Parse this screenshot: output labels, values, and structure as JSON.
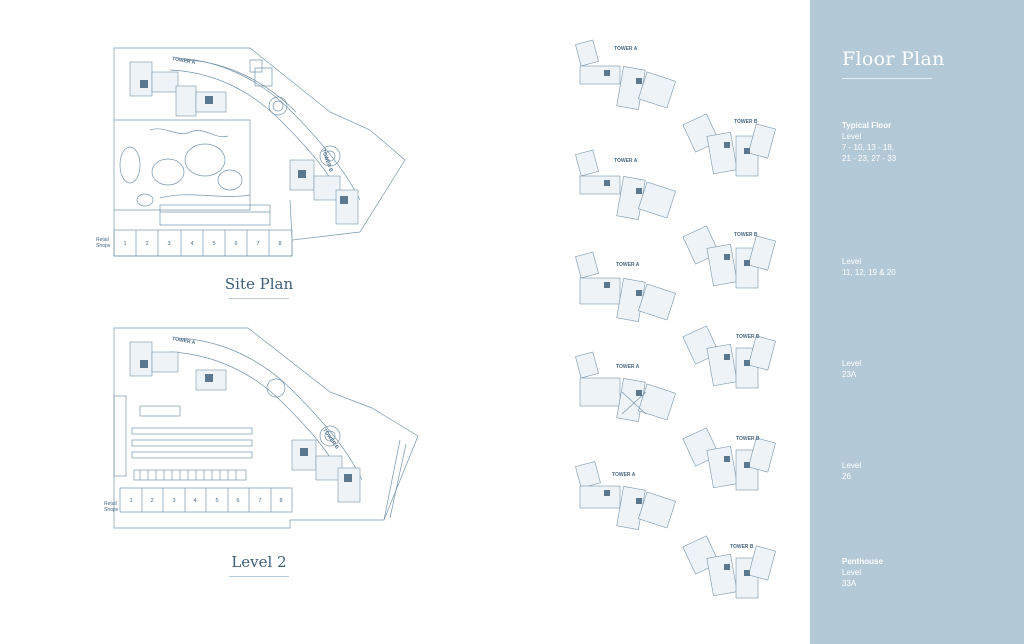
{
  "site_plan": {
    "caption": "Site Plan",
    "tower_a_label": "TOWER A",
    "tower_b_label": "TOWER B",
    "retail_label_1": "Retail",
    "retail_label_2": "Shops",
    "shops": [
      "1",
      "2",
      "3",
      "4",
      "5",
      "6",
      "7",
      "8"
    ]
  },
  "level_2": {
    "caption": "Level 2",
    "tower_a_label": "TOWER A",
    "tower_b_label": "TOWER B",
    "retail_label_1": "Retail",
    "retail_label_2": "Shops",
    "shops": [
      "1",
      "2",
      "3",
      "4",
      "5",
      "6",
      "7",
      "8"
    ]
  },
  "floor_plans": {
    "tower_a": "TOWER A",
    "tower_b": "TOWER B"
  },
  "sidebar": {
    "title": "Floor Plan",
    "sections": [
      {
        "heading": "Typical Floor",
        "lines": [
          "Level",
          "7 - 10, 13 - 18,",
          "21 - 23, 27 - 33"
        ]
      },
      {
        "heading": "",
        "lines": [
          "Level",
          "11, 12, 19 & 20"
        ]
      },
      {
        "heading": "",
        "lines": [
          "Level",
          "23A"
        ]
      },
      {
        "heading": "",
        "lines": [
          "Level",
          "26"
        ]
      },
      {
        "heading": "Penthouse",
        "lines": [
          "Level",
          "33A"
        ]
      }
    ]
  },
  "colors": {
    "sidebar_bg": "#b3c9d8",
    "line": "#7895ab",
    "text": "#3e5f7b"
  }
}
